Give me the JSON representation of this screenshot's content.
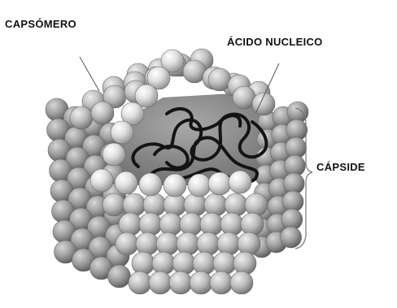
{
  "diagram": {
    "labels": {
      "capsomero": "CAPSÓMERO",
      "acido_nucleico": "ÁCIDO NUCLEICO",
      "capside": "CÁPSIDE"
    },
    "colors": {
      "background": "#ffffff",
      "sphere_light": "#e4e4e4",
      "sphere_mid": "#c4c4c4",
      "sphere_dark": "#909090",
      "interior": "#8a8a8a",
      "nucleic_acid": "#141414",
      "leader_line": "#555555"
    }
  }
}
